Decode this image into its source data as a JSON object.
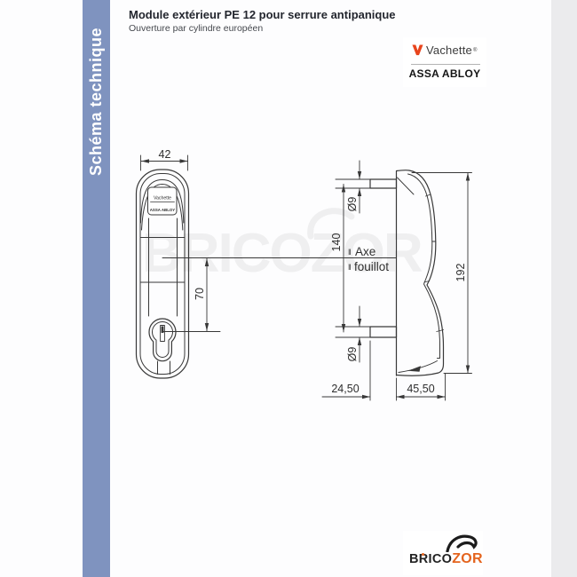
{
  "sidebar": {
    "label": "Schéma technique"
  },
  "header": {
    "title": "Module extérieur PE 12 pour serrure antipanique",
    "subtitle": "Ouverture par cylindre européen"
  },
  "brand": {
    "name": "Vachette",
    "reg": "®",
    "group": "ASSA ABLOY"
  },
  "watermark": {
    "text": "BricoZOR"
  },
  "footer": {
    "brand_part1": "Brico",
    "brand_part2": "Zor"
  },
  "drawing": {
    "front_view": {
      "width_dim": "42",
      "axis_to_cylinder_dim": "70",
      "plate_line1": "Vachette",
      "plate_line2": "ASSA ABLOY"
    },
    "side_view": {
      "stud_diameter_top": "Ø9",
      "stud_diameter_bottom": "Ø9",
      "stud_spacing_dim": "140",
      "total_height_dim": "192",
      "axis_mark": "‖",
      "axis_word1": "Axe",
      "axis_word2": "fouillot",
      "bottom_offset_left": "24,50",
      "bottom_offset_right": "45,50"
    },
    "colors": {
      "line": "#383838",
      "sidebar_blue": "#7f93bf",
      "vachette_orange": "#e8441c",
      "bricozor_orange": "#e4641e",
      "watermark_gray": "#efeff0"
    }
  }
}
